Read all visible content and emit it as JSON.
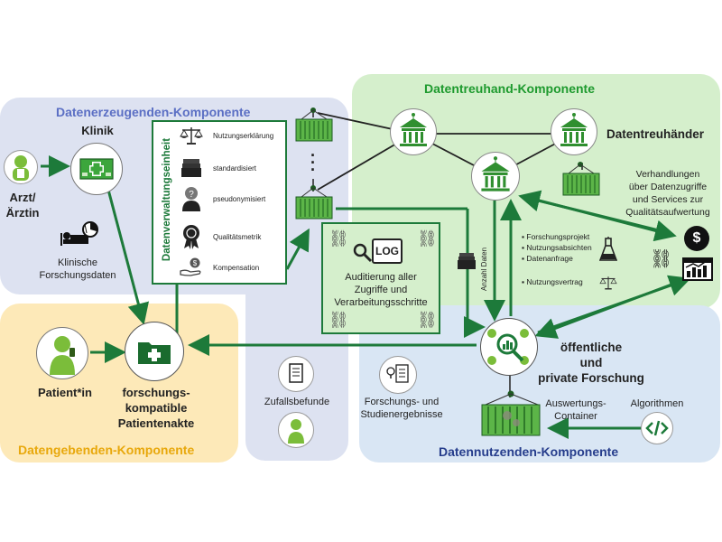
{
  "regions": {
    "producer": "Datenerzeugenden-Komponente",
    "trustee": "Datentreuhand-Komponente",
    "giver": "Datengebenden-Komponente",
    "user": "Datennutzenden-Komponente"
  },
  "producer": {
    "clinic_label": "Klinik",
    "doctor_label": "Arzt/\nÄrztin",
    "clinical_data_label": "Klinische\nForschungsdaten",
    "random_findings_label": "Zufallsbefunde"
  },
  "admin_unit": {
    "title": "Datenverwaltungseinheit",
    "items": [
      {
        "label": "Nutzungserklärung",
        "icon": "scales-icon"
      },
      {
        "label": "standardisiert",
        "icon": "folder-stack-icon"
      },
      {
        "label": "pseudonymisiert",
        "icon": "anonymous-person-icon"
      },
      {
        "label": "Qualitätsmetrik",
        "icon": "award-badge-icon"
      },
      {
        "label": "Kompensation",
        "icon": "hand-coin-icon"
      }
    ]
  },
  "audit": {
    "log_label": "LOG",
    "text": "Auditierung aller\nZugriffe und\nVerarbeitungsschritte"
  },
  "trustee": {
    "trustee_label": "Datentreuhänder",
    "negotiation_text": "Verhandlungen\nüber Datenzugriffe\nund Services zur\nQualitätsaufwertung",
    "count_label": "Anzahl Daten",
    "list": [
      "Forschungsprojekt",
      "Nutzungsabsichten",
      "Datenanfrage"
    ],
    "contract": "Nutzungsvertrag"
  },
  "giver": {
    "patient_label": "Patient*in",
    "record_label": "forschungs-\nkompatible\nPatientenakte"
  },
  "user": {
    "research_label": "öffentliche\nund\nprivate Forschung",
    "results_label": "Forschungs- und\nStudienergebnisse",
    "container_label": "Auswertungs-\nContainer",
    "algorithms_label": "Algorithmen"
  },
  "colors": {
    "green": "#1d7a3a",
    "dark_green": "#14592b",
    "trustee_bg": "#d5efcc",
    "producer_bg": "#dde2f1",
    "giver_bg": "#fde9b8",
    "user_bg": "#d9e6f4",
    "producer_title": "#5b6fc4",
    "trustee_title": "#1e9a2e",
    "giver_title": "#e8a80c",
    "user_title": "#263d8c"
  }
}
